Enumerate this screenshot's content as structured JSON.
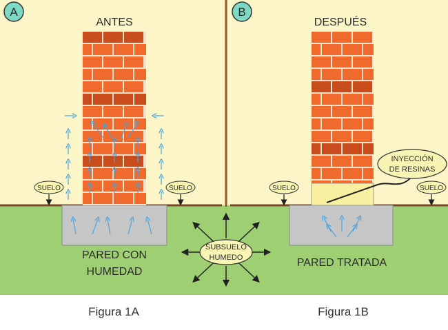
{
  "panel_a": {
    "badge": "A",
    "title": "ANTES",
    "soil_tag_left": "SUELO",
    "soil_tag_right": "SUELO",
    "caption_line1": "PARED CON",
    "caption_line2": "HUMEDAD"
  },
  "panel_b": {
    "badge": "B",
    "title": "DESPUÉS",
    "soil_tag_left": "SUELO",
    "soil_tag_right": "SUELO",
    "injection_line1": "INYECCIÓN",
    "injection_line2": "DE RESINAS",
    "caption": "PARED TRATADA"
  },
  "subsoil": {
    "line1": "SUBSUELO",
    "line2": "HUMEDO"
  },
  "figures": {
    "a": "Figura 1A",
    "b": "Figura 1B"
  },
  "colors": {
    "sky": "#fbf5c8",
    "ground": "#9ecf72",
    "brick": "#ef6a2c",
    "brick_dark": "#c94c1c",
    "mortar": "#fbe1c9",
    "foundation": "#c6c6c6",
    "divider": "#a0522d",
    "arrow_blue": "#4aa3df",
    "badge": "#7dd8c4",
    "tag": "#f8f4b4",
    "resin": "#f8f0a0"
  }
}
